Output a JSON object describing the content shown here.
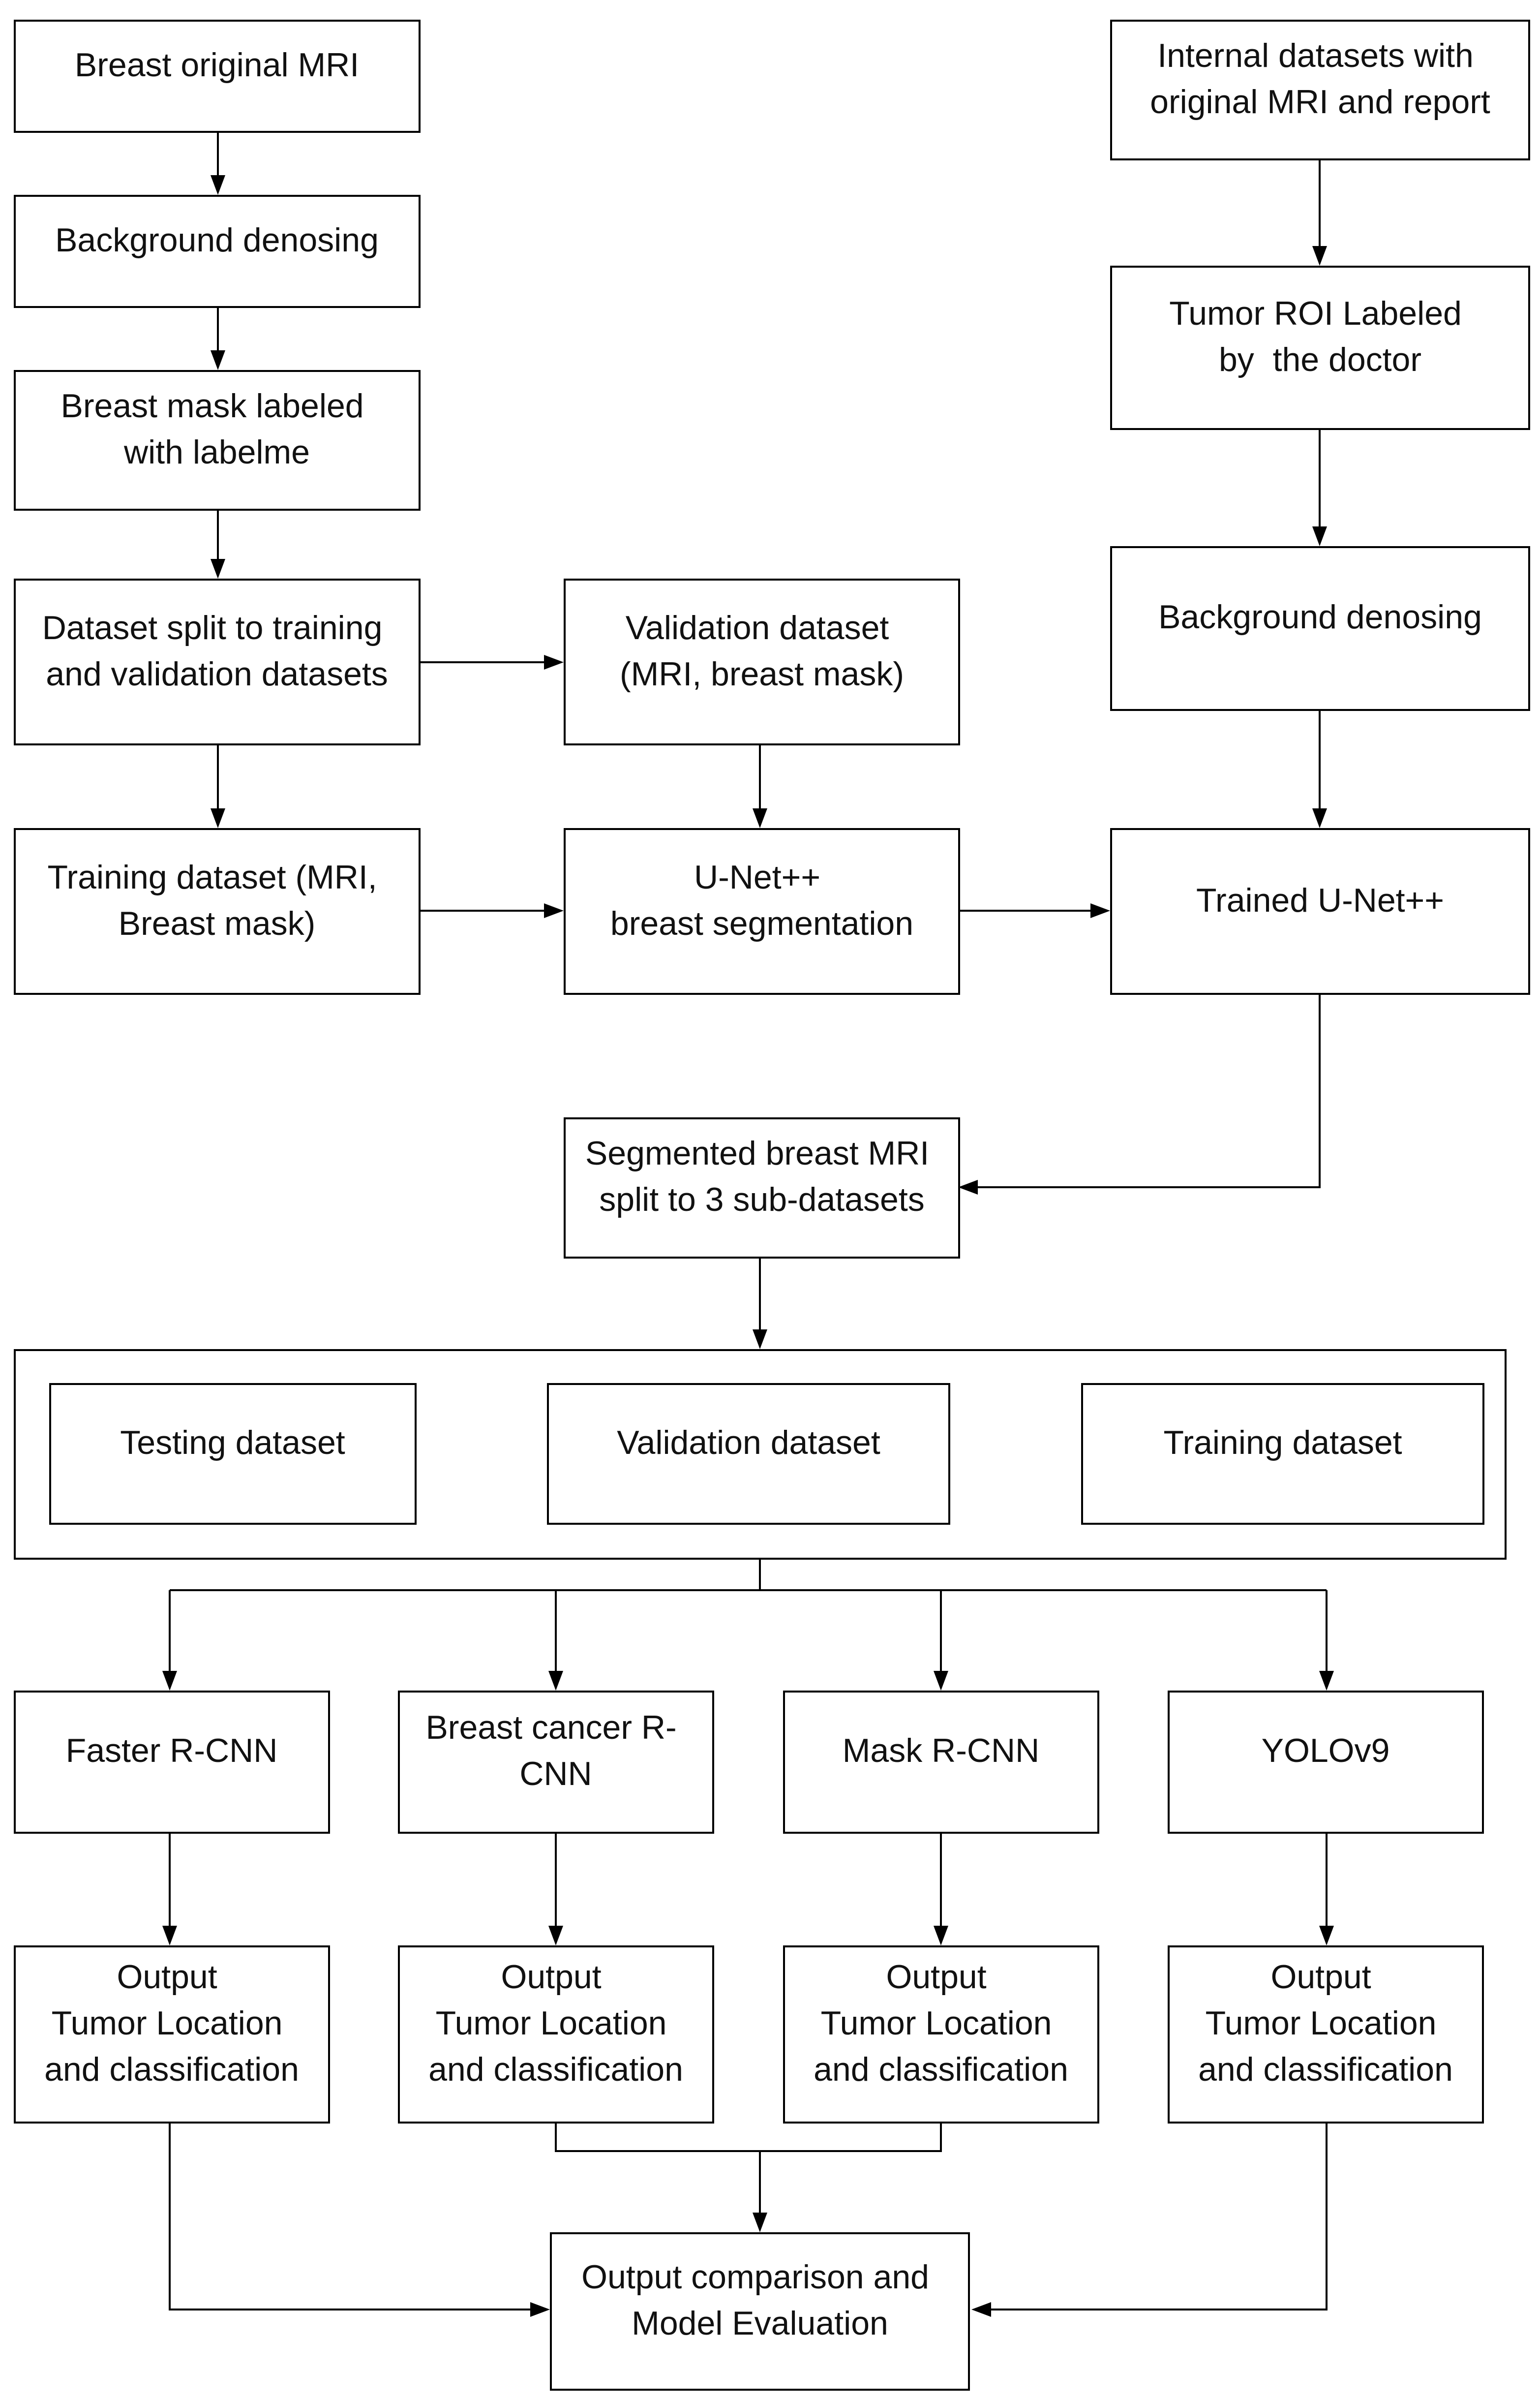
{
  "left_column": {
    "original_mri": [
      "Breast original MRI"
    ],
    "background_denoising": [
      "Background denosing"
    ],
    "breast_mask_labeled": [
      "Breast mask labeled",
      "with labelme"
    ],
    "dataset_split": [
      "Dataset split to training",
      "and validation datasets"
    ],
    "training_dataset": [
      "Training dataset (MRI,",
      "Breast mask)"
    ]
  },
  "middle_column": {
    "validation_dataset": [
      "Validation dataset",
      "(MRI, breast mask)"
    ],
    "unet_segmentation": [
      "U-Net++",
      "breast segmentation"
    ],
    "segmented_split": [
      "Segmented breast MRI",
      "split to 3 sub-datasets"
    ]
  },
  "right_column": {
    "internal_datasets": [
      "Internal datasets with",
      "original MRI and report"
    ],
    "tumor_roi_labeled": [
      "Tumor ROI Labeled",
      "by  the doctor"
    ],
    "background_denoising": [
      "Background denosing"
    ],
    "trained_unet": [
      "Trained U-Net++"
    ]
  },
  "sub_datasets": {
    "testing": [
      "Testing dataset"
    ],
    "validation": [
      "Validation dataset"
    ],
    "training": [
      "Training dataset"
    ]
  },
  "models": {
    "faster_rcnn": [
      "Faster R-CNN"
    ],
    "breast_cancer_rcnn": [
      "Breast cancer R-",
      "CNN"
    ],
    "mask_rcnn": [
      "Mask R-CNN"
    ],
    "yolov9": [
      "YOLOv9"
    ]
  },
  "outputs": {
    "faster_rcnn": [
      "Output",
      "Tumor Location",
      "and classification"
    ],
    "breast_cancer_rcnn": [
      "Output",
      "Tumor Location",
      "and classification"
    ],
    "mask_rcnn": [
      "Output",
      "Tumor Location",
      "and classification"
    ],
    "yolov9": [
      "Output",
      "Tumor Location",
      "and classification"
    ]
  },
  "final": {
    "comparison": [
      "Output comparison and",
      "Model Evaluation"
    ]
  }
}
